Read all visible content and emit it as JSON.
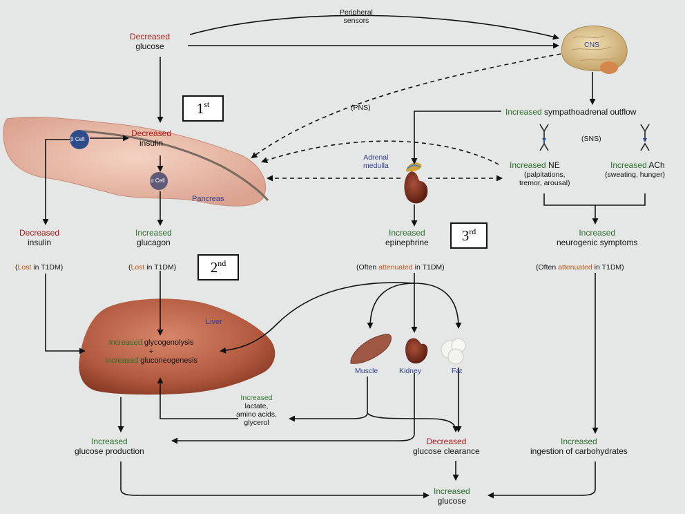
{
  "top": {
    "decreased_glucose": {
      "a": "Decreased",
      "b": "glucose"
    },
    "peripheral_sensors": {
      "a": "Peripheral",
      "b": "sensors"
    },
    "cns": "CNS",
    "pns": "(PNS)",
    "sns": "(SNS)",
    "sympathoadrenal": {
      "a": "Increased",
      "b": "sympathoadrenal outflow"
    }
  },
  "pancreas": {
    "label": "Pancreas",
    "beta_cell": "β Cell",
    "alpha_cell": "α Cell",
    "decreased_insulin_center": {
      "a": "Decreased",
      "b": "insulin"
    }
  },
  "steps": {
    "first": {
      "num": "1",
      "sup": "st"
    },
    "second": {
      "num": "2",
      "sup": "nd"
    },
    "third": {
      "num": "3",
      "sup": "rd"
    }
  },
  "left": {
    "decreased_insulin": {
      "a": "Decreased",
      "b": "insulin"
    },
    "lost_insulin": {
      "a": "(",
      "b": "Lost",
      "c": " in T1DM)"
    },
    "increased_glucagon": {
      "a": "Increased",
      "b": "glucagon"
    },
    "lost_glucagon": {
      "a": "(",
      "b": "Lost",
      "c": " in T1DM)"
    }
  },
  "adrenal": {
    "label": {
      "a": "Adrenal",
      "b": "medulla"
    },
    "epinephrine": {
      "a": "Increased",
      "b": "epinephrine"
    },
    "attenuated": {
      "a": "(Often ",
      "b": "attenuated",
      "c": " in T1DM)"
    }
  },
  "nerves": {
    "ne": {
      "a": "Increased",
      "b": "NE"
    },
    "ne_effects": {
      "a": "(palpitations,",
      "b": "tremor, arousal)"
    },
    "ach": {
      "a": "Increased",
      "b": "ACh"
    },
    "ach_effects": "(sweating, hunger)",
    "neurogenic": {
      "a": "Increased",
      "b": "neurogenic symptoms"
    },
    "attenuated": {
      "a": "(Often ",
      "b": "attenuated",
      "c": " in T1DM)"
    }
  },
  "liver": {
    "label": "Liver",
    "glycogenolysis": {
      "a": "Increased",
      "b": "glycogenolysis"
    },
    "plus": "+",
    "gluconeogenesis": {
      "a": "Increased",
      "b": "gluconeogenesis"
    }
  },
  "tissues": {
    "muscle": "Muscle",
    "kidney": "Kidney",
    "fat": "Fat",
    "substrates": {
      "a": "Increased",
      "b": "lactate,",
      "c": "amino acids,",
      "d": "glycerol"
    }
  },
  "outputs": {
    "glucose_production": {
      "a": "Increased",
      "b": "glucose production"
    },
    "glucose_clearance": {
      "a": "Decreased",
      "b": "glucose clearance"
    },
    "carbs": {
      "a": "Increased",
      "b": "ingestion of carbohydrates"
    },
    "increased_glucose": {
      "a": "Increased",
      "b": "glucose"
    }
  },
  "colors": {
    "red": "#b01818",
    "green": "#2a6e2a",
    "orange": "#c0561a",
    "blue": "#2c3e90"
  }
}
